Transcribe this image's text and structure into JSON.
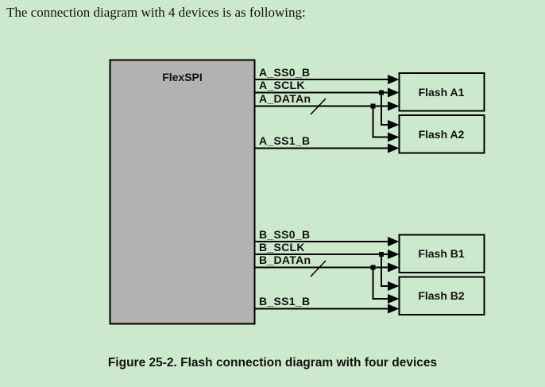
{
  "page": {
    "title": "The connection diagram with 4 devices is as following:",
    "caption": "Figure 25-2. Flash connection diagram with four devices",
    "background_color": "#cde9cd"
  },
  "diagram": {
    "controller": {
      "label": "FlexSPI",
      "fill_color": "#b2b2b2"
    },
    "signals_a": [
      {
        "label": "A_SS0_B"
      },
      {
        "label": "A_SCLK"
      },
      {
        "label": "A_DATAn"
      },
      {
        "label": "A_SS1_B"
      }
    ],
    "signals_b": [
      {
        "label": "B_SS0_B"
      },
      {
        "label": "B_SCLK"
      },
      {
        "label": "B_DATAn"
      },
      {
        "label": "B_SS1_B"
      }
    ],
    "devices": [
      {
        "label": "Flash A1"
      },
      {
        "label": "Flash A2"
      },
      {
        "label": "Flash B1"
      },
      {
        "label": "Flash B2"
      }
    ],
    "line_color": "#000000"
  }
}
